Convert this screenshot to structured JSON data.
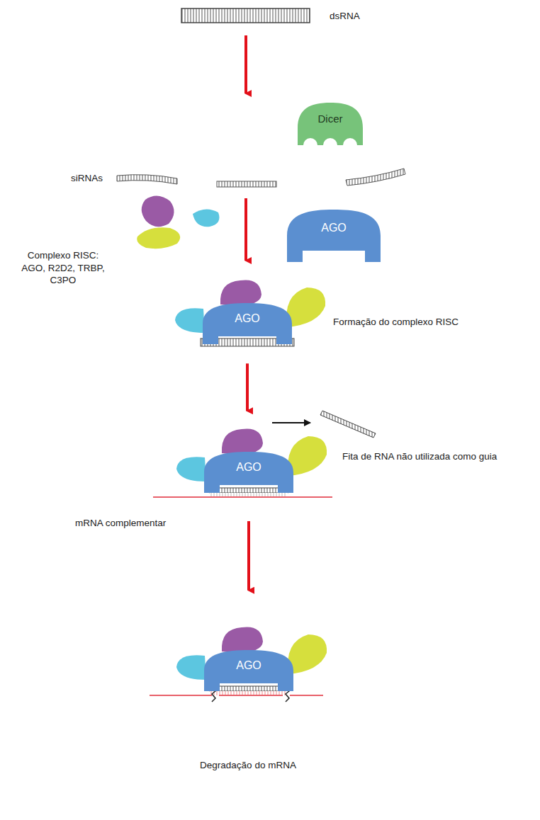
{
  "diagram": {
    "nodes": [
      {
        "text": [
          "Dicer"
        ]
      },
      {
        "text": [
          "AGO"
        ]
      },
      {
        "text": [
          "AGO"
        ]
      },
      {
        "text": [
          "AGO"
        ]
      },
      {
        "text": [
          "AGO"
        ]
      }
    ],
    "edges": [
      {
        "from": 2,
        "to": 3,
        "arrow": "to"
      },
      {
        "from": 3,
        "to": 4,
        "arrow": "to"
      }
    ],
    "labels": [
      "dsRNA",
      "siRNAs",
      "Complexo RISC: AGO, R2D2, TRBP, C3PO",
      "Formação do complexo RISC",
      "Fita de RNA não utilizada como guia",
      "mRNA complementar",
      "Degradação do mRNA"
    ]
  }
}
